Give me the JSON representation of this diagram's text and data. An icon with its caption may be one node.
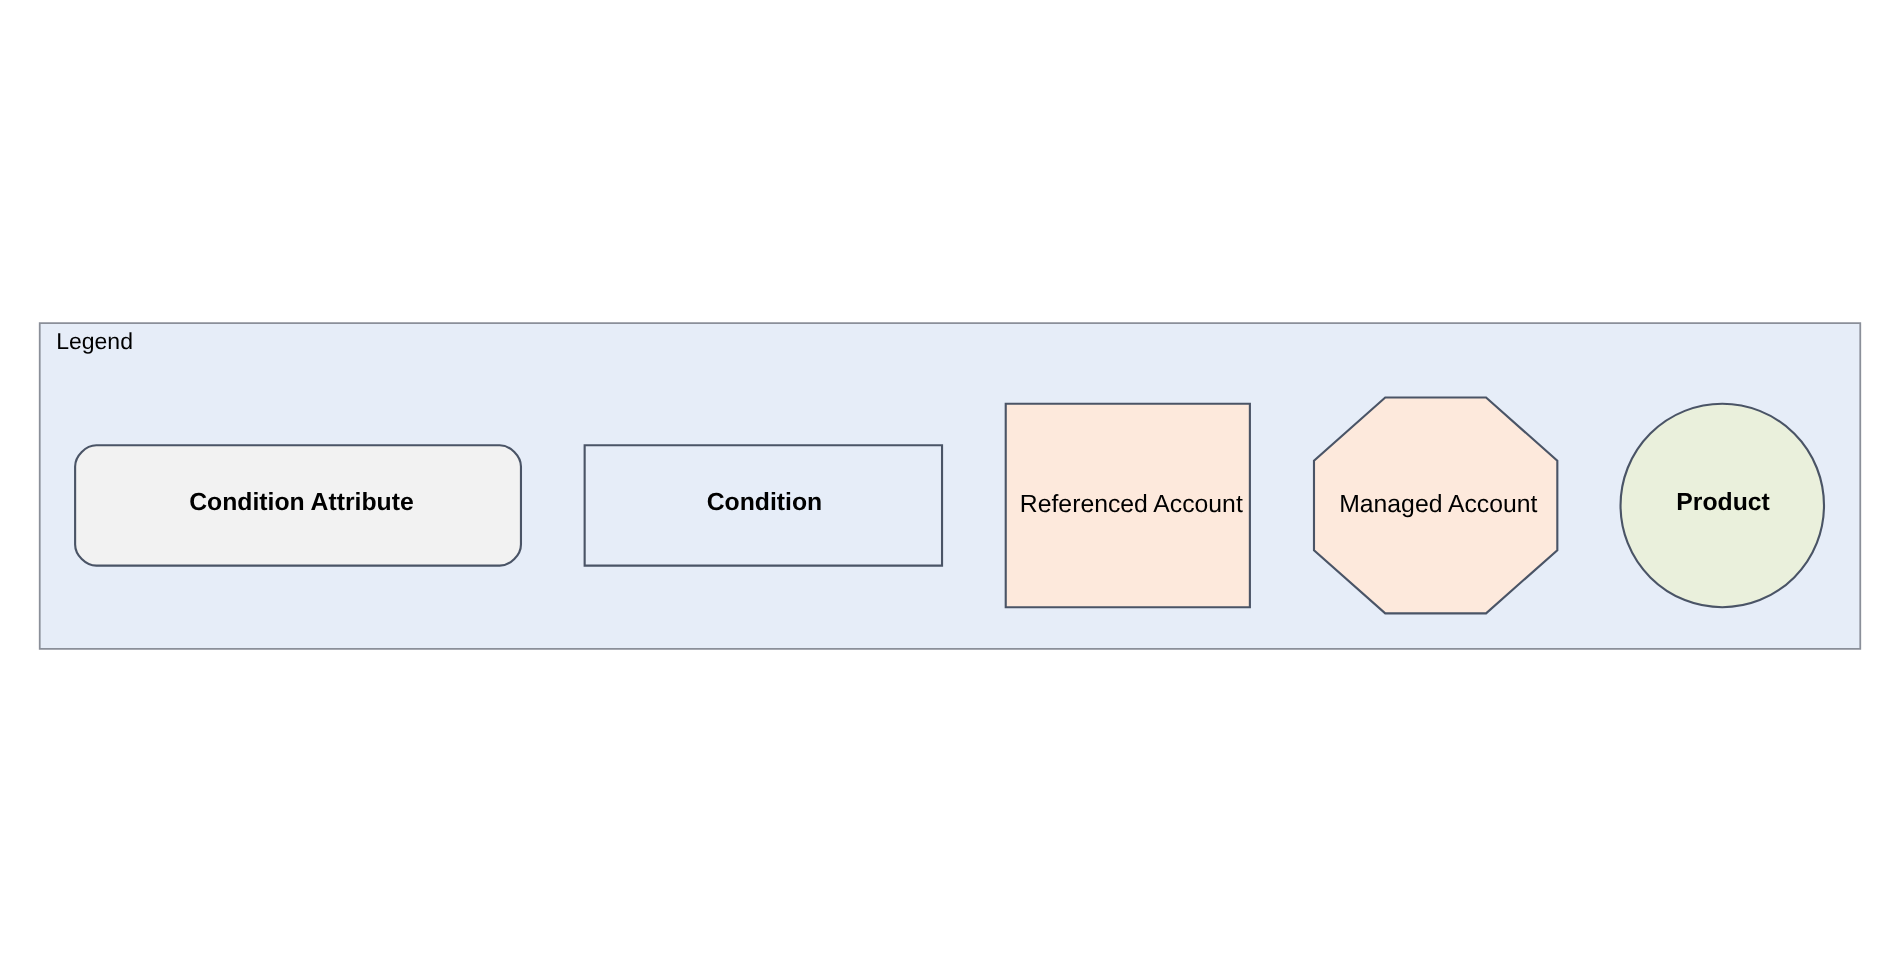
{
  "diagram": {
    "nodes": [
      {
        "text": [
          "Legend"
        ]
      },
      {
        "text": [
          "Product"
        ],
        "in": 0
      },
      {
        "text": [
          "Managed Account"
        ],
        "in": 0
      },
      {
        "text": [
          "Referenced Account"
        ],
        "in": 0
      },
      {
        "text": [
          "Condition"
        ],
        "in": 0
      },
      {
        "text": [
          "Condition Attribute"
        ],
        "in": 0
      }
    ]
  }
}
